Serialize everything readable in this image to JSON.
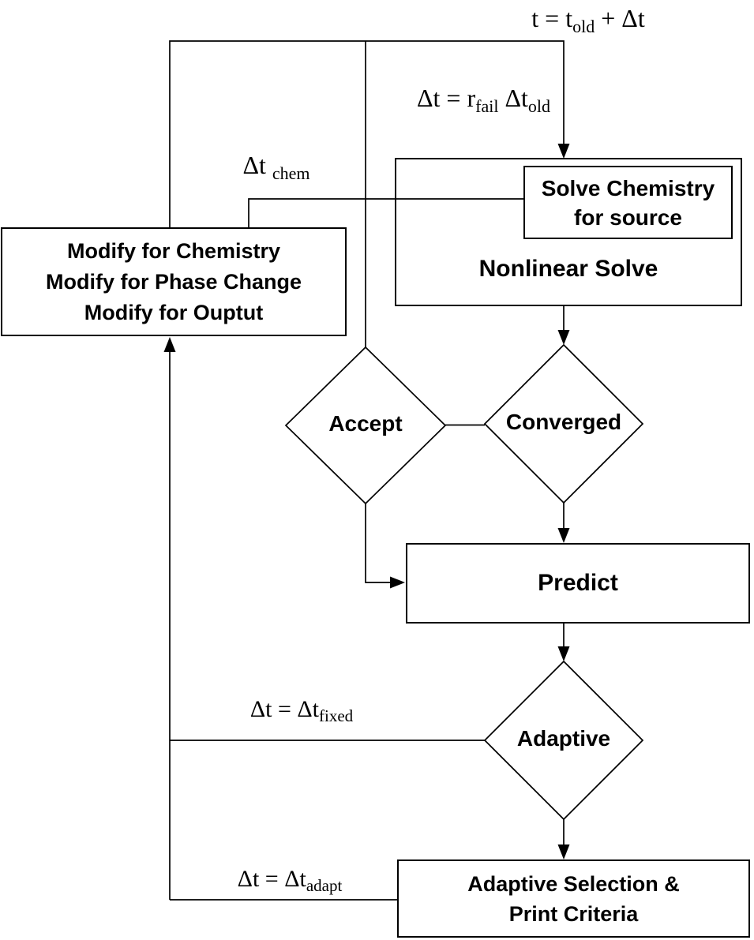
{
  "colors": {
    "line": "#000000",
    "text": "#000000",
    "background": "#ffffff"
  },
  "formulas": {
    "t_update": {
      "parts": [
        {
          "text": "t = t"
        },
        {
          "sub": "old"
        },
        {
          "text": " + Δt"
        }
      ]
    },
    "dt_fail": {
      "parts": [
        {
          "text": "Δt = r"
        },
        {
          "sub": "fail"
        },
        {
          "text": "  Δt"
        },
        {
          "sub": "old"
        }
      ]
    },
    "dt_chem": {
      "parts": [
        {
          "text": "Δt "
        },
        {
          "sub": "chem"
        }
      ]
    },
    "dt_fixed": {
      "parts": [
        {
          "text": "Δt = Δt"
        },
        {
          "sub": "fixed"
        }
      ]
    },
    "dt_adapt": {
      "parts": [
        {
          "text": "Δt = Δt"
        },
        {
          "sub": "adapt"
        }
      ]
    }
  },
  "nodes": {
    "nonlinear_solve": {
      "label": "Nonlinear Solve"
    },
    "solve_chemistry": {
      "lines": [
        "Solve Chemistry",
        "for source"
      ]
    },
    "modify": {
      "lines": [
        "Modify for Chemistry",
        "Modify for Phase Change",
        "Modify for Ouptut"
      ]
    },
    "accept": {
      "label": "Accept"
    },
    "converged": {
      "label": "Converged"
    },
    "predict": {
      "label": "Predict"
    },
    "adaptive": {
      "label": "Adaptive"
    },
    "adaptive_selection": {
      "lines": [
        "Adaptive Selection &",
        "Print Criteria"
      ]
    }
  }
}
